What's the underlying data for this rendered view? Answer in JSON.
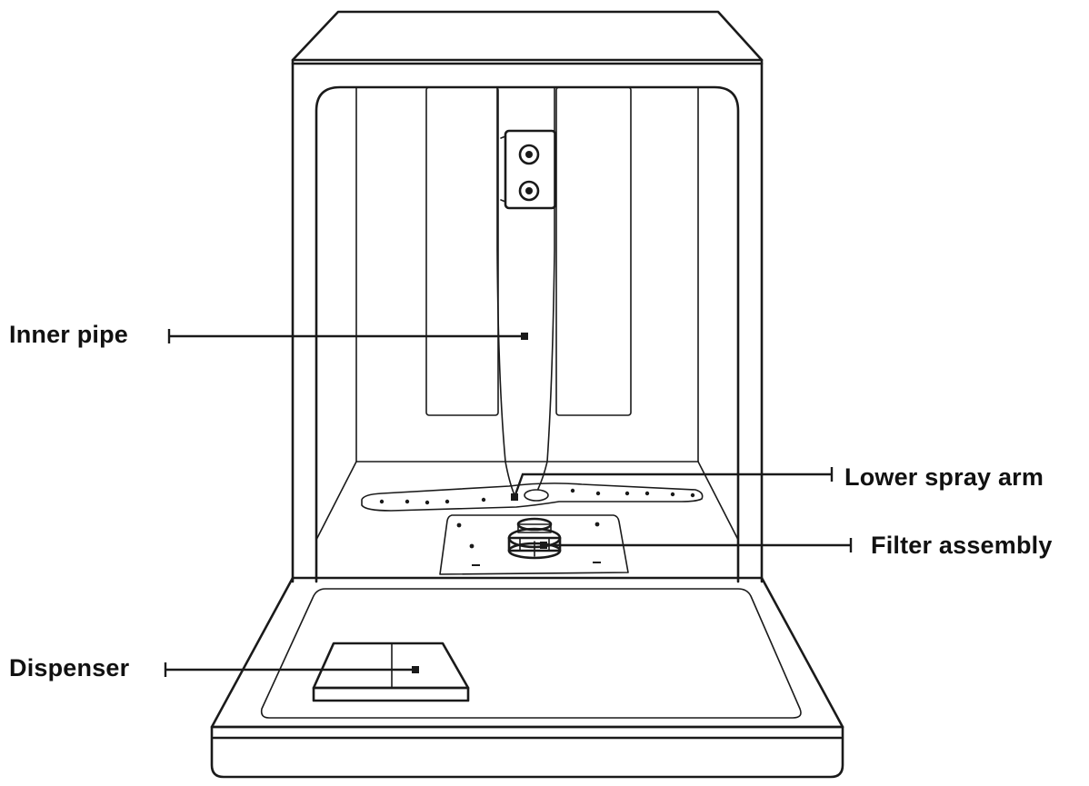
{
  "labels": {
    "inner_pipe": "Inner pipe",
    "lower_spray_arm": "Lower spray arm",
    "filter_assembly": "Filter assembly",
    "dispenser": "Dispenser"
  },
  "colors": {
    "line": "#1a1a1a",
    "background": "#ffffff"
  }
}
